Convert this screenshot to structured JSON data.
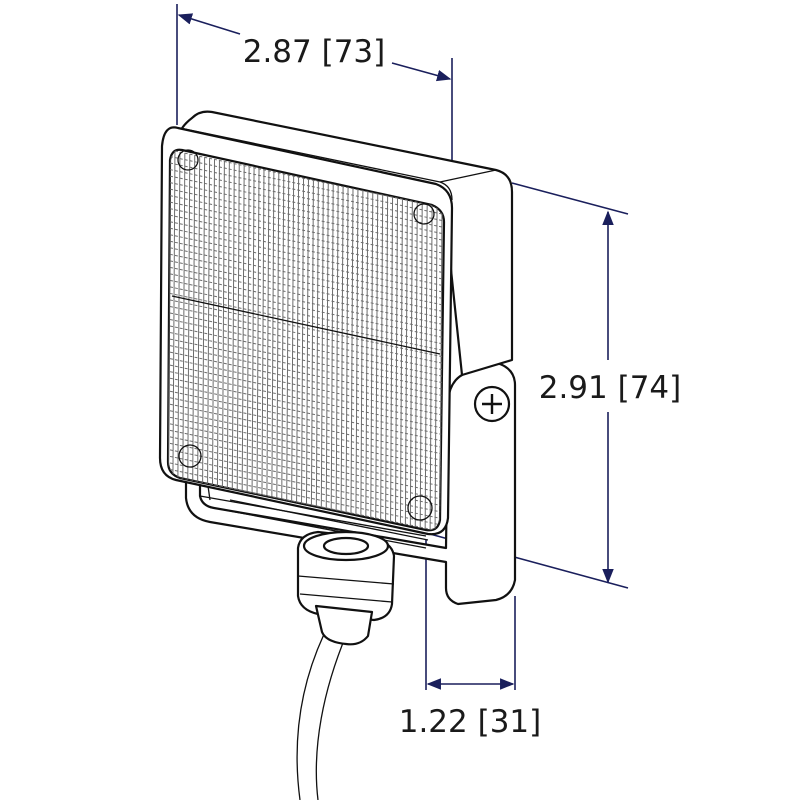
{
  "dimensions": {
    "width_label": "2.87 [73]",
    "height_label": "2.91 [74]",
    "depth_label": "1.22 [31]"
  },
  "colors": {
    "dimension_line": "#1a1f5c",
    "outline": "#111111",
    "lens_grid": "#6d6d6d"
  }
}
